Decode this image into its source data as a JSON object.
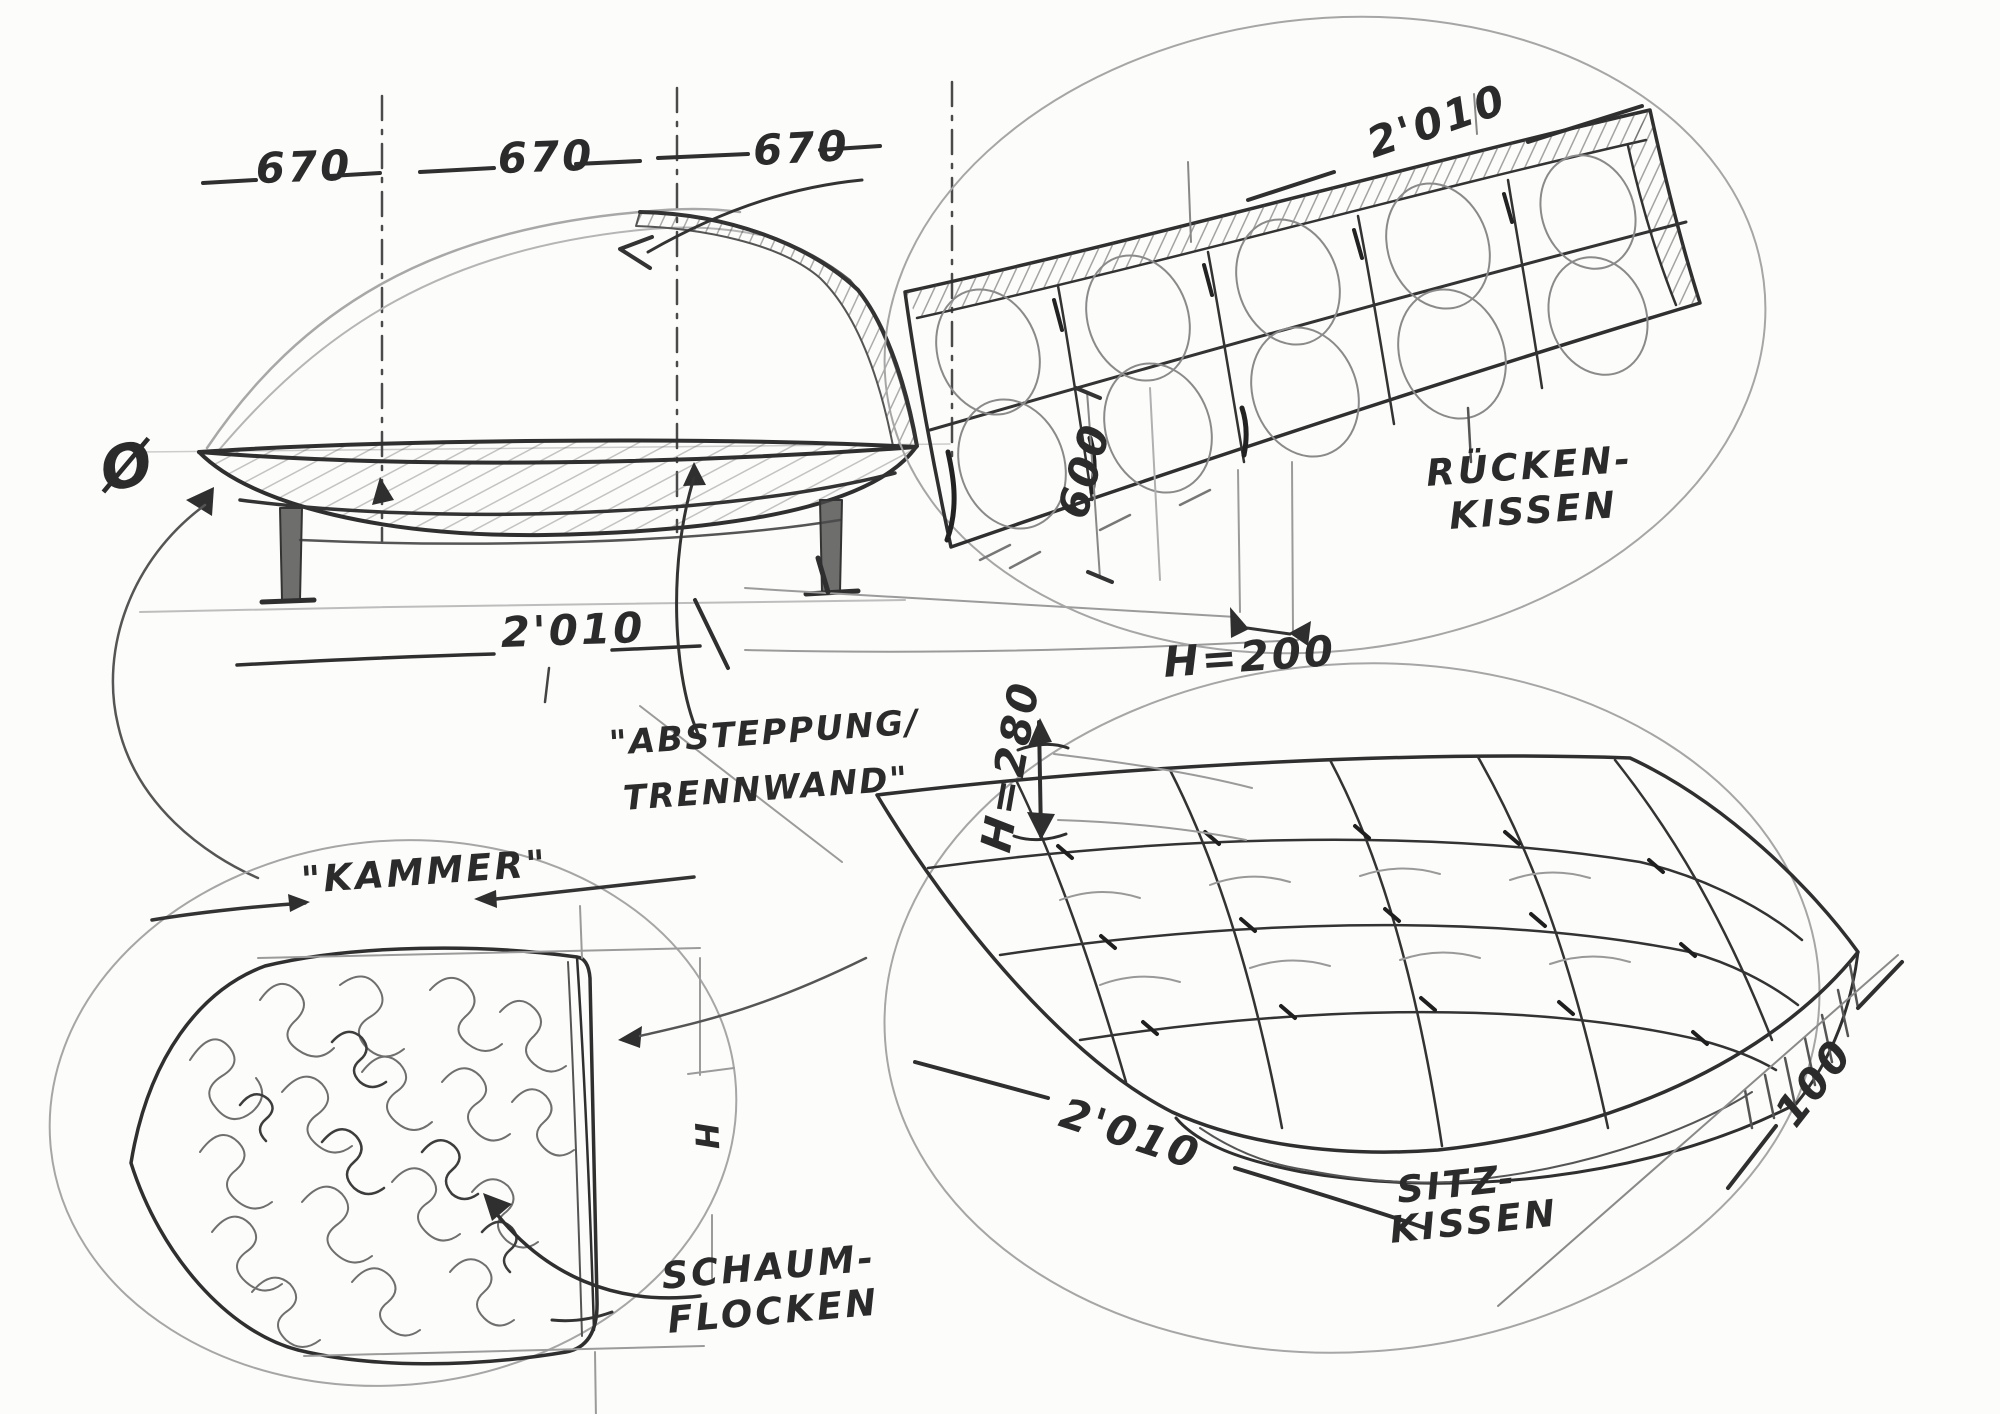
{
  "style": {
    "paper": "#fcfcfa",
    "ink_dark": "#2f2f2f",
    "ink_mid": "#555555",
    "ink_light": "#9b9b9b"
  },
  "side_elevation": {
    "segment_dims": [
      "670",
      "670",
      "670"
    ],
    "total_width": "2'010",
    "section_symbol": "Ø"
  },
  "stitching_note": {
    "lines": [
      "\"ABSTEPPUNG/",
      "TRENNWAND\""
    ]
  },
  "back_cushion_detail": {
    "width_dim": "2'010",
    "height_dim": "600",
    "thickness_dim": "H=200",
    "label": [
      "RÜCKEN-",
      "KISSEN"
    ]
  },
  "chamber_detail": {
    "label": "\"KAMMER\"",
    "height_mark": "H",
    "fill_label": [
      "SCHAUM-",
      "FLOCKEN"
    ]
  },
  "seat_cushion_detail": {
    "height_dim": "H=280",
    "width_dim": "2'010",
    "thickness_dim": "100",
    "label": [
      "SITZ-",
      "KISSEN"
    ]
  }
}
